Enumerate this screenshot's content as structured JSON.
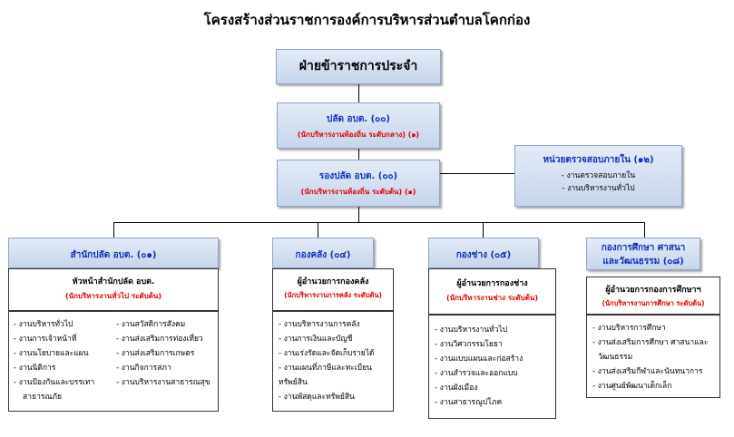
{
  "title": "โครงสร้างส่วนราชการองค์การบริหารส่วนตำบลโคกก่อง",
  "top_box": "ฝ่ายข้าราชการประจำ",
  "palad": {
    "name": "ปลัด อบต. (๐๐)",
    "sub": "(นักบริหารงานท้องถิ่น ระดับกลาง) (๑)"
  },
  "rong_palad": {
    "name": "รองปลัด อบต. (๐๐)",
    "sub": "(นักบริหารงานท้องถิ่น ระดับต้น) (๑)"
  },
  "audit": {
    "name": "หน่วยตรวจสอบภายใน (๑๒)",
    "items": [
      "- งานตรวจสอบภายใน",
      "- งานบริหารงานทั่วไป"
    ]
  },
  "departments": [
    {
      "header": "สำนักปลัด อบต. (๐๑)",
      "head_title": "หัวหน้าสำนักปลัด อบต.",
      "head_sub": "(นักบริหารงานทั่วไป ระดับต้น)",
      "col1": [
        "- งานบริหารทั่วไป",
        "- งานการเจ้าหน้าที่",
        "- งานนโยบายและแผน",
        "- งานนิติการ",
        "- งานป้องกันและบรรเทา",
        "  สาธารณภัย"
      ],
      "col2": [
        "- งานสวัสดิการสังคม",
        "- งานส่งเสริมการท่องเที่ยว",
        "- งานส่งเสริมการเกษตร",
        "- งานกิจการสภา",
        "- งานบริหารงานสาธารณสุข"
      ]
    },
    {
      "header": "กองคลัง (๐๔)",
      "head_title": "ผู้อำนวยการกองคลัง",
      "head_sub": "(นักบริหารงานการคลัง ระดับต้น)",
      "items": [
        "- งานบริหารงานการคลัง",
        "- งานการเงินและบัญชี",
        "- งานเร่งรัดและจัดเก็บรายได้",
        "- งานแผนที่ภาษีและทะเบียน",
        "ทรัพย์สิน",
        "- งานพัสดุและทรัพย์สิน"
      ]
    },
    {
      "header": "กองช่าง (๐๕)",
      "head_title": "ผู้อำนวยการกองช่าง",
      "head_sub": "(นักบริหารงานช่าง ระดับต้น)",
      "items": [
        "- งานบริหารงานทั่วไป",
        "- งานวิศวกรรมโยธา",
        "- งานแบบแผนและก่อสร้าง",
        "- งานสำรวจและออกแบบ",
        "- งานผังเมือง",
        "- งานสาธารณูปโภค"
      ]
    },
    {
      "header": "กองการศึกษา ศาสนา",
      "header2": "และวัฒนธรรม (๐๘)",
      "head_title": "ผู้อำนวยการกองการศึกษาฯ",
      "head_sub": "(นักบริหารงานการศึกษา ระดับต้น)",
      "items": [
        "- งานบริหารการศึกษา",
        "- งานส่งเสริมการศึกษา ศาสนาและ",
        "วัฒนธรรม",
        "- งานส่งเสริมกีฬาและนันทนาการ",
        "- งานศูนย์พัฒนาเด็กเล็ก"
      ]
    }
  ]
}
